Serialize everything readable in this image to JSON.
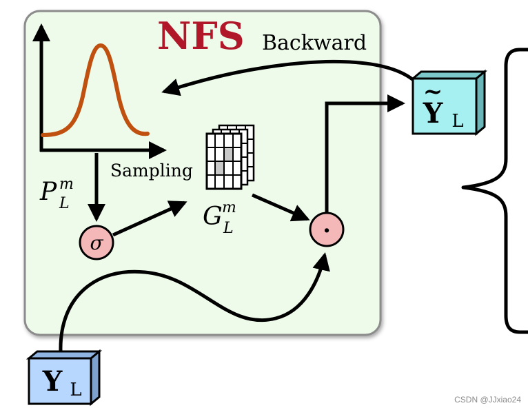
{
  "diagram": {
    "title": "NFS",
    "backward_label": "Backward",
    "sampling_label": "Sampling",
    "prob_label": {
      "main": "P",
      "sup": "m",
      "sub": "L"
    },
    "grid_label": {
      "main": "G",
      "sup": "m",
      "sub": "L"
    },
    "sigma_symbol": "σ",
    "dot_symbol": "·",
    "output_box": {
      "main": "Y",
      "accent": "~",
      "sub": "L"
    },
    "input_box": {
      "main": "Y",
      "sub": "L"
    }
  },
  "colors": {
    "nfs_title": "#b0182a",
    "panel_fill": "#eefbea",
    "panel_stroke": "#8c8c8c",
    "curve": "#c0500f",
    "circle_fill": "#f5b8b8",
    "output_box_fill": "#a6f0f2",
    "input_box_fill": "#b8d7ff",
    "grid_gray": "#c9c9c9"
  },
  "watermark": "CSDN @JJxiao24"
}
